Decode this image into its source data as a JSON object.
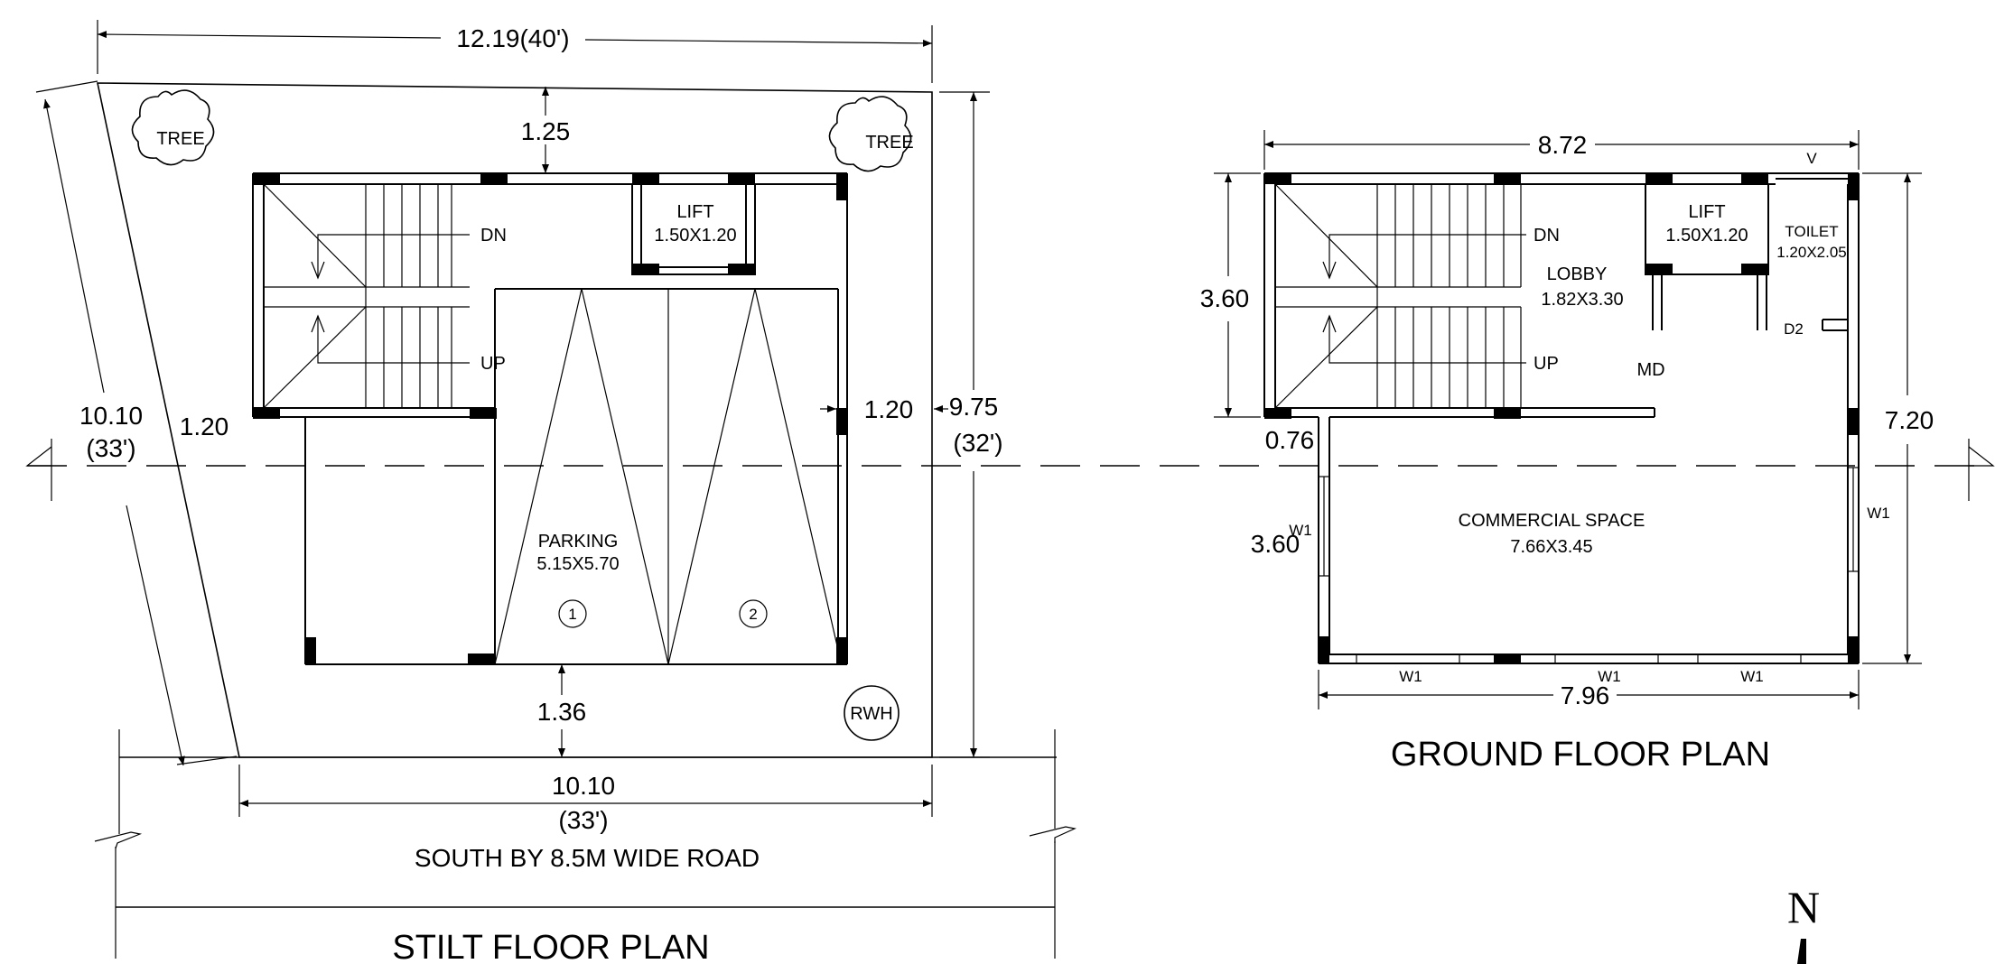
{
  "stilt": {
    "title": "STILT FLOOR PLAN",
    "road": "SOUTH BY 8.5M WIDE ROAD",
    "tree_label": "TREE",
    "lift_label": "LIFT",
    "lift_size": "1.50X1.20",
    "stair_dn": "DN",
    "stair_up": "UP",
    "parking_label": "PARKING",
    "parking_size": "5.15X5.70",
    "slot_1": "1",
    "slot_2": "2",
    "rwh": "RWH",
    "dims": {
      "top": "12.19(40')",
      "top_setback": "1.25",
      "left_m": "10.10",
      "left_ft": "(33')",
      "left_setback": "1.20",
      "right_setback": "1.20",
      "right_m": "9.75",
      "right_ft": "(32')",
      "bottom_setback": "1.36",
      "bottom_m": "10.10",
      "bottom_ft": "(33')"
    }
  },
  "ground": {
    "title": "GROUND FLOOR PLAN",
    "lift_label": "LIFT",
    "lift_size": "1.50X1.20",
    "lobby_label": "LOBBY",
    "lobby_size": "1.82X3.30",
    "toilet_label": "TOILET",
    "toilet_size": "1.20X2.05",
    "vent": "V",
    "door_d2": "D2",
    "door_md": "MD",
    "stair_dn": "DN",
    "stair_up": "UP",
    "commercial_label": "COMMERCIAL SPACE",
    "commercial_size": "7.66X3.45",
    "window_w1": "W1",
    "dims": {
      "top": "8.72",
      "left_upper": "3.60",
      "left_mid": "0.76",
      "left_lower": "3.60",
      "right": "7.20",
      "bottom": "7.96"
    }
  },
  "north": "N"
}
